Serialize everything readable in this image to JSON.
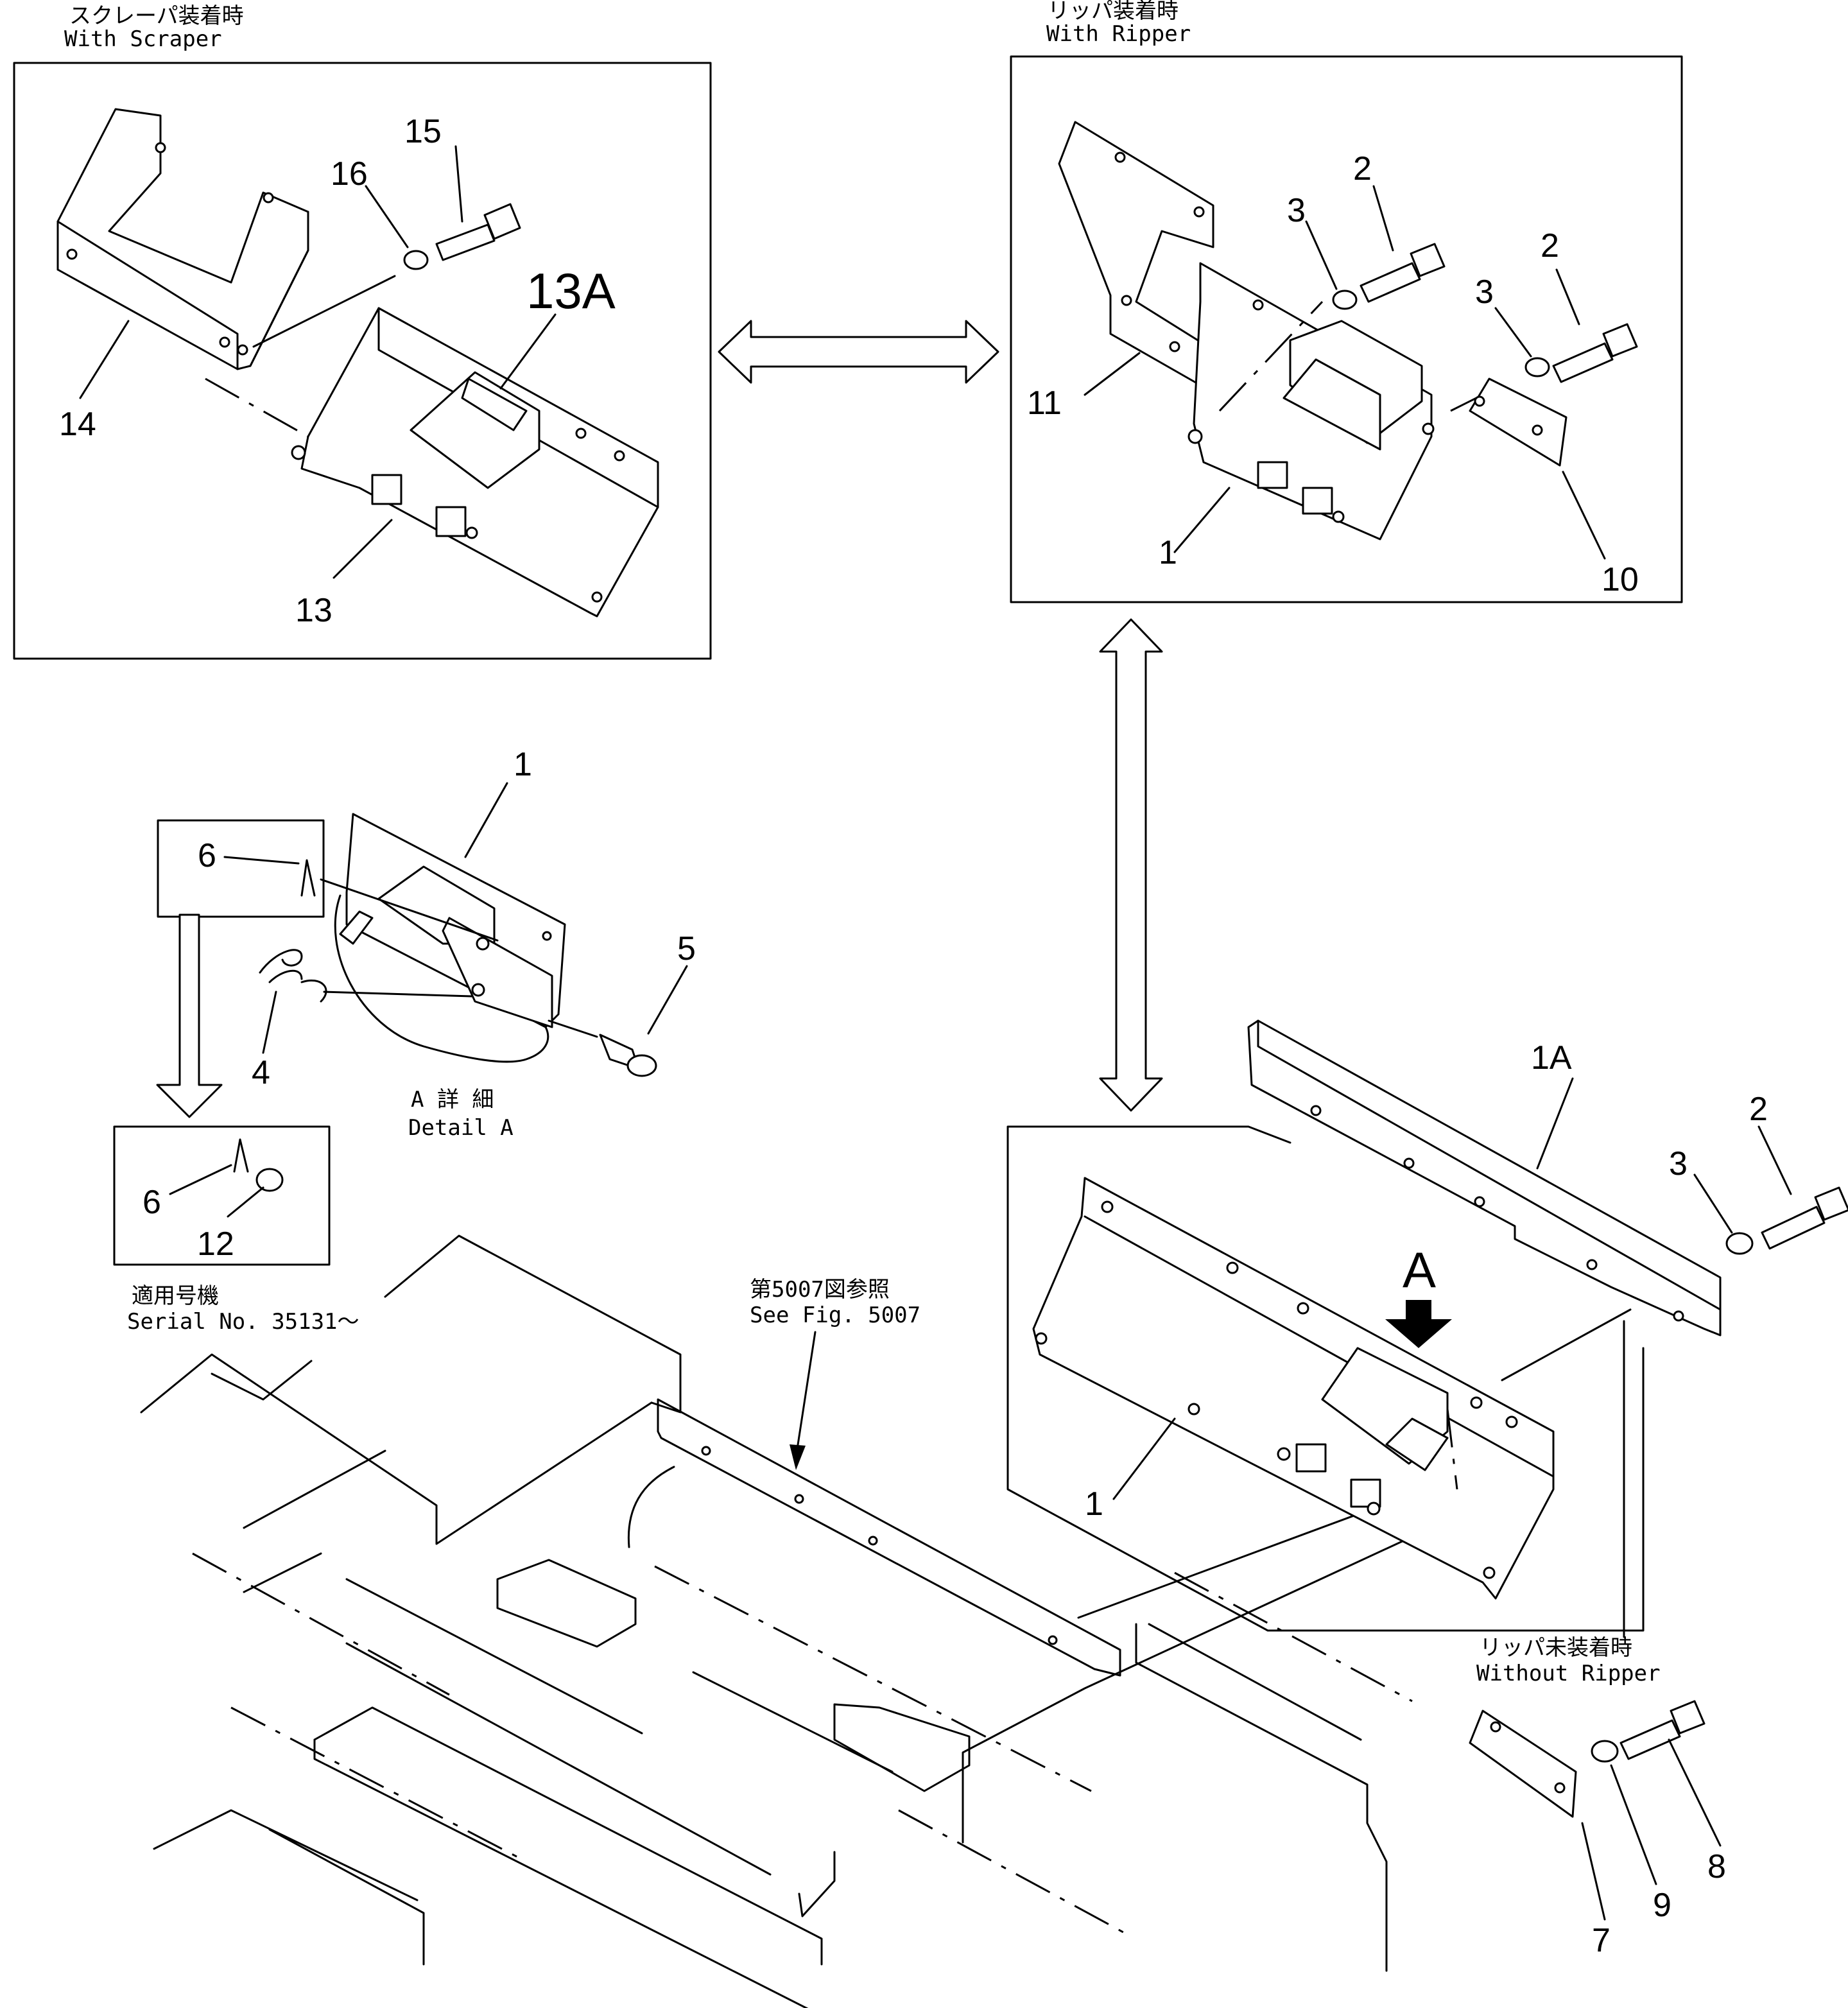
{
  "captions": {
    "scraper_jp": "スクレーパ装着時",
    "scraper_en": "With  Scraper",
    "ripper_jp": "リッパ装着時",
    "ripper_en": "With  Ripper",
    "detail_jp": "A 詳 細",
    "detail_en": "Detail A",
    "serial_jp": "適用号機",
    "serial_en": "Serial  No.  35131～",
    "fig_jp": "第5007図参照",
    "fig_en": "See  Fig.  5007",
    "noripper_jp": "リッパ未装着時",
    "noripper_en": "Without  Ripper",
    "view_marker": "A"
  },
  "callouts": {
    "scraper": [
      "15",
      "16",
      "13A",
      "14",
      "13"
    ],
    "ripper": [
      "2",
      "3",
      "2",
      "3",
      "11",
      "1",
      "10"
    ],
    "detail": [
      "1",
      "6",
      "5",
      "4"
    ],
    "serial": [
      "6",
      "12"
    ],
    "main": [
      "1A",
      "2",
      "3",
      "1"
    ],
    "noripper": [
      "7",
      "9",
      "8"
    ]
  }
}
